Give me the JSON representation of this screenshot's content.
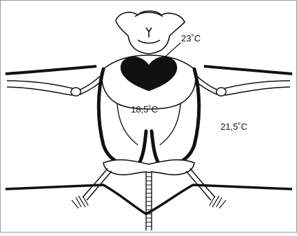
{
  "labels": {
    "head_temp": "23˚C",
    "body_temp": "18,5˚C",
    "ambient_temp": "21,5˚C"
  },
  "colors": {
    "ink": "#111111",
    "background": "#ffffff",
    "frame": "#9a9a9a"
  }
}
